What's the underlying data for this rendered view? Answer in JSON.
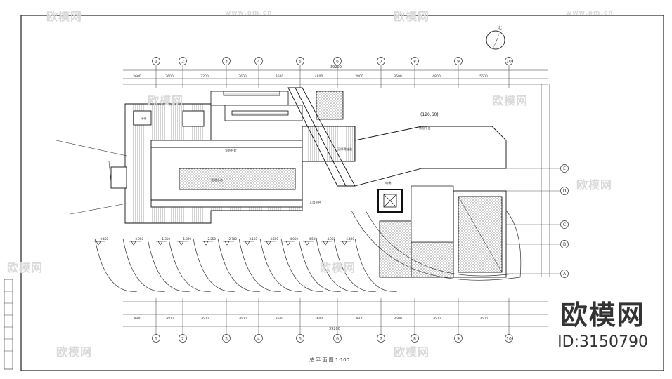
{
  "drawing": {
    "north_label": "北",
    "grid_top": [
      "1",
      "2",
      "3",
      "4",
      "5",
      "6",
      "7",
      "8",
      "9",
      "10"
    ],
    "grid_right": [
      "E",
      "D",
      "C",
      "B",
      "A"
    ],
    "caption": "总 平 面 图  1:100",
    "total_dim": "39200",
    "elev_label": "(120.60)",
    "levels": [
      "-0.450",
      "-0.900",
      "-1.350",
      "-1.800",
      "-2.250",
      "-2.700",
      "-3.150",
      "-3.600",
      "-4.050",
      "-4.500",
      "-4.950",
      "-5.400"
    ],
    "dims_top": [
      "2600",
      "3600",
      "3200",
      "3600",
      "3600",
      "4800",
      "2800",
      "3600",
      "4800",
      "5600"
    ],
    "dims_bottom": [
      "3600",
      "3600",
      "3600",
      "3600",
      "3600",
      "3600",
      "3600",
      "3600",
      "3600",
      "3600"
    ],
    "notes": [
      "室外台阶",
      "无障碍坡道",
      "景观水池",
      "绿化",
      "电梯",
      "入口平台",
      "休息平台"
    ]
  },
  "watermark": {
    "brand_cn": "欧模网",
    "site": "www.om.cn"
  },
  "brand": {
    "name": "欧模网",
    "id": "ID:3150790"
  }
}
